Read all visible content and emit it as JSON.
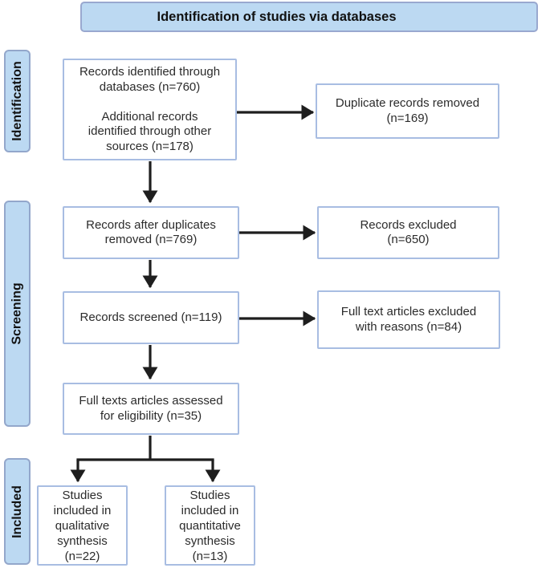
{
  "banner": {
    "title": "Identification of studies via databases"
  },
  "sidebar": {
    "identification": "Identification",
    "screening": "Screening",
    "included": "Included"
  },
  "boxes": {
    "records_identified": "Records identified through\ndatabases (n=760)\n\nAdditional records\nidentified through other\nsources (n=178)",
    "duplicates_removed": "Duplicate records removed\n(n=169)",
    "after_duplicates": "Records after duplicates\nremoved (n=769)",
    "records_excluded": "Records excluded\n(n=650)",
    "records_screened": "Records screened (n=119)",
    "fulltext_excluded": "Full text articles excluded\nwith reasons (n=84)",
    "fulltext_assessed": "Full texts articles assessed\nfor eligibility (n=35)",
    "qualitative": "Studies\nincluded in\nqualitative\nsynthesis\n(n=22)",
    "quantitative": "Studies\nincluded in\nquantitative\nsynthesis\n(n=13)"
  },
  "colors": {
    "panel_fill": "#bcd9f2",
    "panel_border": "#93a7cb",
    "box_border": "#a8bde2",
    "arrow": "#1e1e1e",
    "text": "#2b2b2b"
  }
}
